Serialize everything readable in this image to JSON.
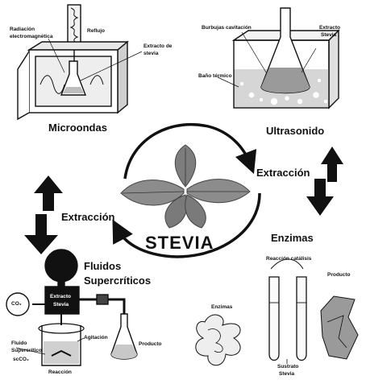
{
  "center": {
    "title": "STEVIA"
  },
  "cycle_labels": {
    "extraction_right": "Extracción",
    "extraction_left": "Extracción"
  },
  "microwave": {
    "title": "Microondas",
    "labels": {
      "radiation": "Radiación",
      "electromagnetic": "electromagnética",
      "reflux": "Reflujo",
      "extract_line1": "Extracto de",
      "extract_line2": "stevia"
    }
  },
  "ultrasound": {
    "title": "Ultrasonido",
    "labels": {
      "bubbles": "Burbujas cavitación",
      "extract_line1": "Extracto",
      "extract_line2": "Stevia",
      "bath": "Baño térmico"
    }
  },
  "enzymes": {
    "title": "Enzimas",
    "labels": {
      "catalytic_reaction": "Reacción catálisis",
      "product": "Producto",
      "enzymes": "Enzimas",
      "substrate_line1": "Sustrato",
      "substrate_line2": "Stevia"
    }
  },
  "supercritical": {
    "title_line1": "Fluidos",
    "title_line2": "Supercríticos",
    "labels": {
      "co2": "CO₂",
      "box_line1": "Extracto",
      "box_line2": "Stevia",
      "agitation": "Agitación",
      "fluid_line1": "Fluido",
      "fluid_line2": "Supercrítico",
      "fluid_line3": "scCO₂",
      "reaction": "Reacción",
      "product": "Producto"
    }
  },
  "colors": {
    "ink": "#111111",
    "leaf": "#8c8c8c",
    "leaf_dark": "#555555",
    "liquid": "#cfcfcf",
    "glass": "#f4f4f4"
  }
}
